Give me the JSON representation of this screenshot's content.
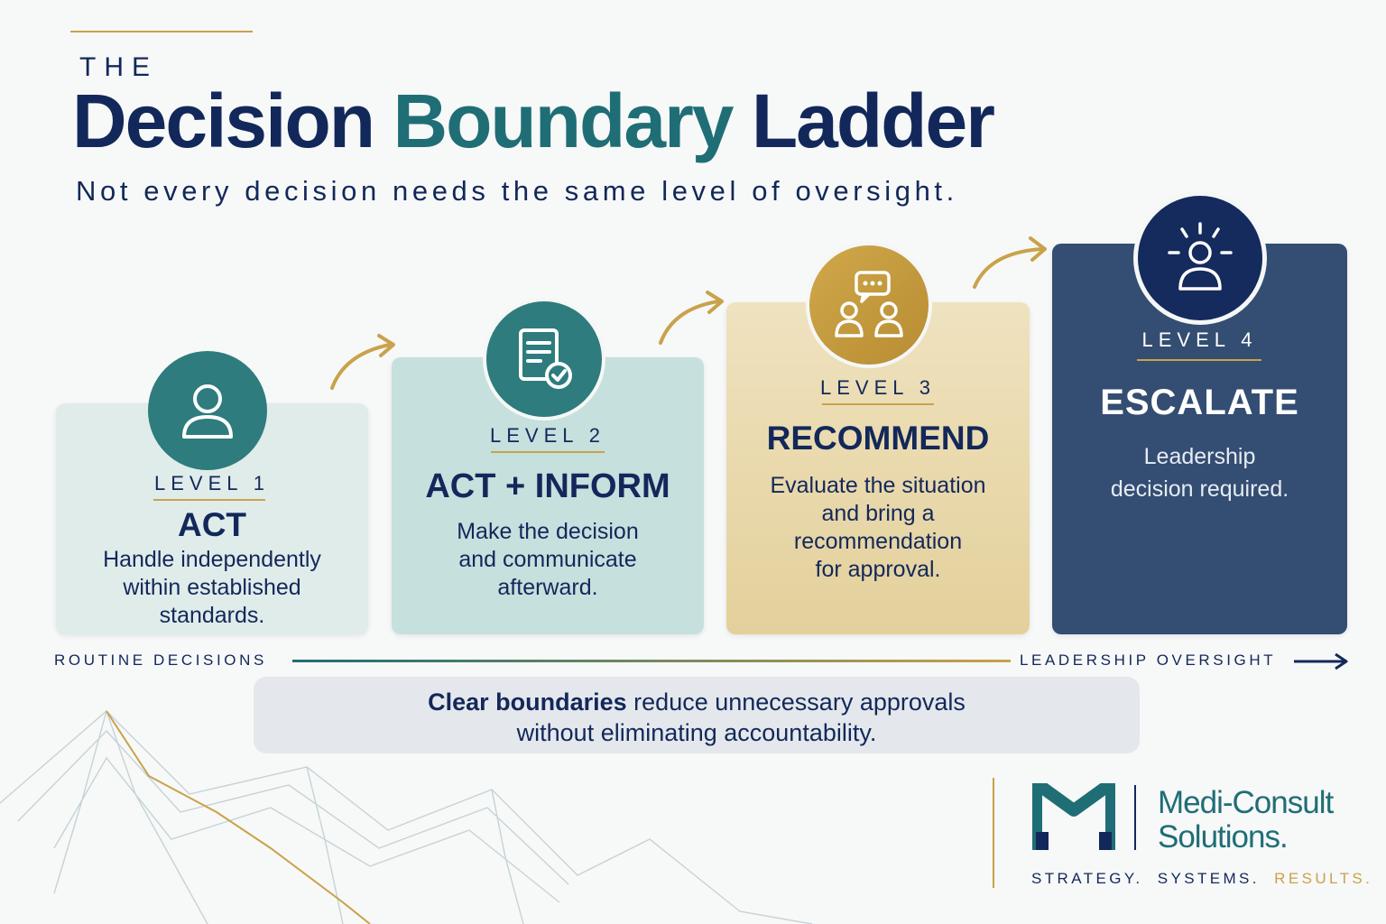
{
  "header": {
    "pre_title": "THE",
    "title_word1": "Decision",
    "title_word2": "Boundary",
    "title_word3": "Ladder",
    "subtitle": "Not every decision needs the same level of oversight."
  },
  "levels": [
    {
      "level": "LEVEL 1",
      "name": "ACT",
      "desc": [
        "Handle independently",
        "within established",
        "standards."
      ],
      "icon": "person-icon"
    },
    {
      "level": "LEVEL 2",
      "name": "ACT + INFORM",
      "desc": [
        "Make the decision",
        "and communicate",
        "afterward."
      ],
      "icon": "document-check-icon"
    },
    {
      "level": "LEVEL 3",
      "name": "RECOMMEND",
      "desc": [
        "Evaluate the situation",
        "and bring a",
        "recommendation",
        "for approval."
      ],
      "icon": "discussion-icon"
    },
    {
      "level": "LEVEL 4",
      "name": "ESCALATE",
      "desc": [
        "Leadership",
        "decision required."
      ],
      "icon": "leader-spotlight-icon"
    }
  ],
  "scale": {
    "left_label": "ROUTINE DECISIONS",
    "right_label": "LEADERSHIP OVERSIGHT"
  },
  "message": {
    "bold": "Clear boundaries",
    "rest_line1": " reduce unnecessary approvals",
    "line2": "without eliminating accountability."
  },
  "brand": {
    "name_line1": "Medi-Consult",
    "name_line2": "Solutions.",
    "tag1": "STRATEGY.",
    "tag2": "SYSTEMS.",
    "tag3": "RESULTS."
  },
  "colors": {
    "navy": "#13285a",
    "teal": "#1f6e76",
    "gold": "#c9a24a",
    "level4_card": "#344d72"
  }
}
